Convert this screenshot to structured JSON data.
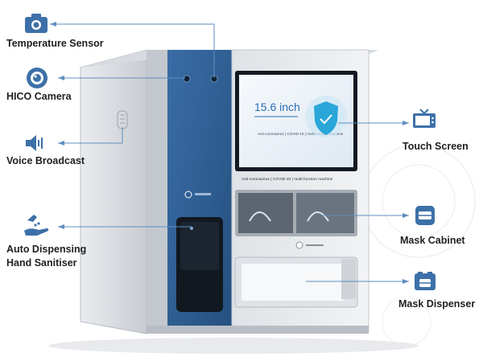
{
  "colors": {
    "icon_blue": "#3d70a8",
    "leader_line": "#5f8ec0",
    "machine_blue": "#2f5e96",
    "machine_silver": "#cfd3d8",
    "screen_bg": "#eef3f9"
  },
  "features": [
    {
      "label": "Temperature Sensor",
      "icon": "camera-icon"
    },
    {
      "label": "HICO Camera",
      "icon": "lens-icon"
    },
    {
      "label": "Voice Broadcast",
      "icon": "speaker-icon"
    },
    {
      "label": "Auto Dispensing Hand Sanitiser",
      "icon": "hand-sanitiser-icon"
    },
    {
      "label": "Touch Screen",
      "icon": "tv-screen-icon"
    },
    {
      "label": "Mask Cabinet",
      "icon": "mask-cabinet-icon"
    },
    {
      "label": "Mask Dispenser",
      "icon": "mask-dispenser-icon"
    }
  ],
  "machine": {
    "screen_size": "15.6 inch",
    "screen_subtitle": "Anti-coronavirus ( COVID-19 ) multi-function machine",
    "panel_label": "Anti-coronavirus ( COVID-19 ) multi-function machine"
  }
}
